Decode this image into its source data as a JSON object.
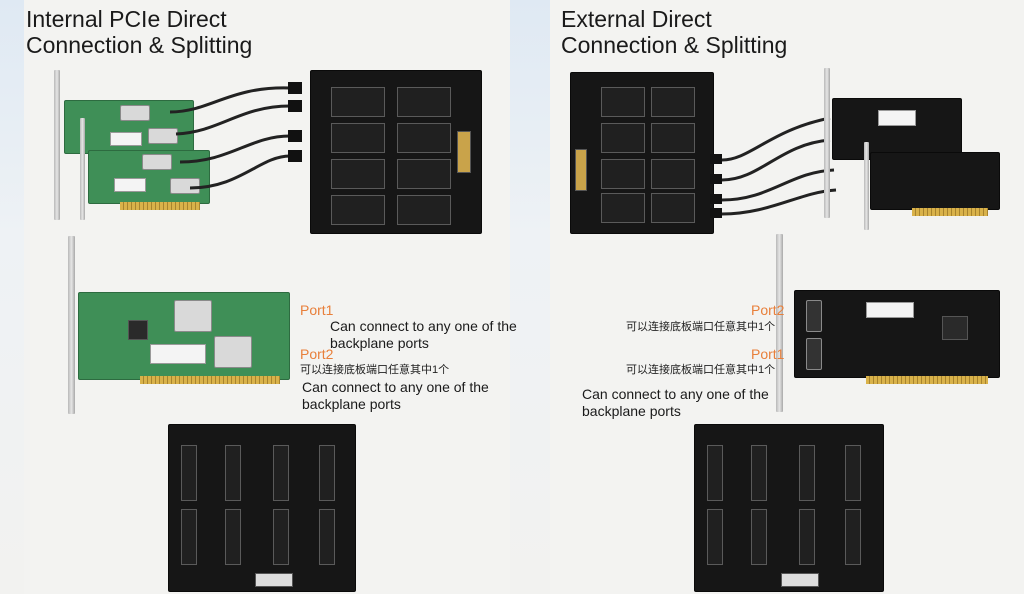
{
  "left": {
    "title": "Internal PCIe Direct\nConnection & Splitting",
    "port1_label": "Port1",
    "port1_desc": "Can connect to any one of the backplane ports",
    "port2_label": "Port2",
    "port2_cn": "可以连接底板端口任意其中1个",
    "port2_desc": "Can connect to any one of the backplane ports"
  },
  "right": {
    "title": "External Direct\nConnection & Splitting",
    "port2_label": "Port2",
    "port2_cn": "可以连接底板端口任意其中1个",
    "port1_label": "Port1",
    "port1_cn": "可以连接底板端口任意其中1个",
    "port_desc": "Can connect to any one of the backplane ports"
  },
  "colors": {
    "port_accent": "#e87f3a",
    "pcb_green": "#3f8f57",
    "pcb_black": "#161616"
  }
}
